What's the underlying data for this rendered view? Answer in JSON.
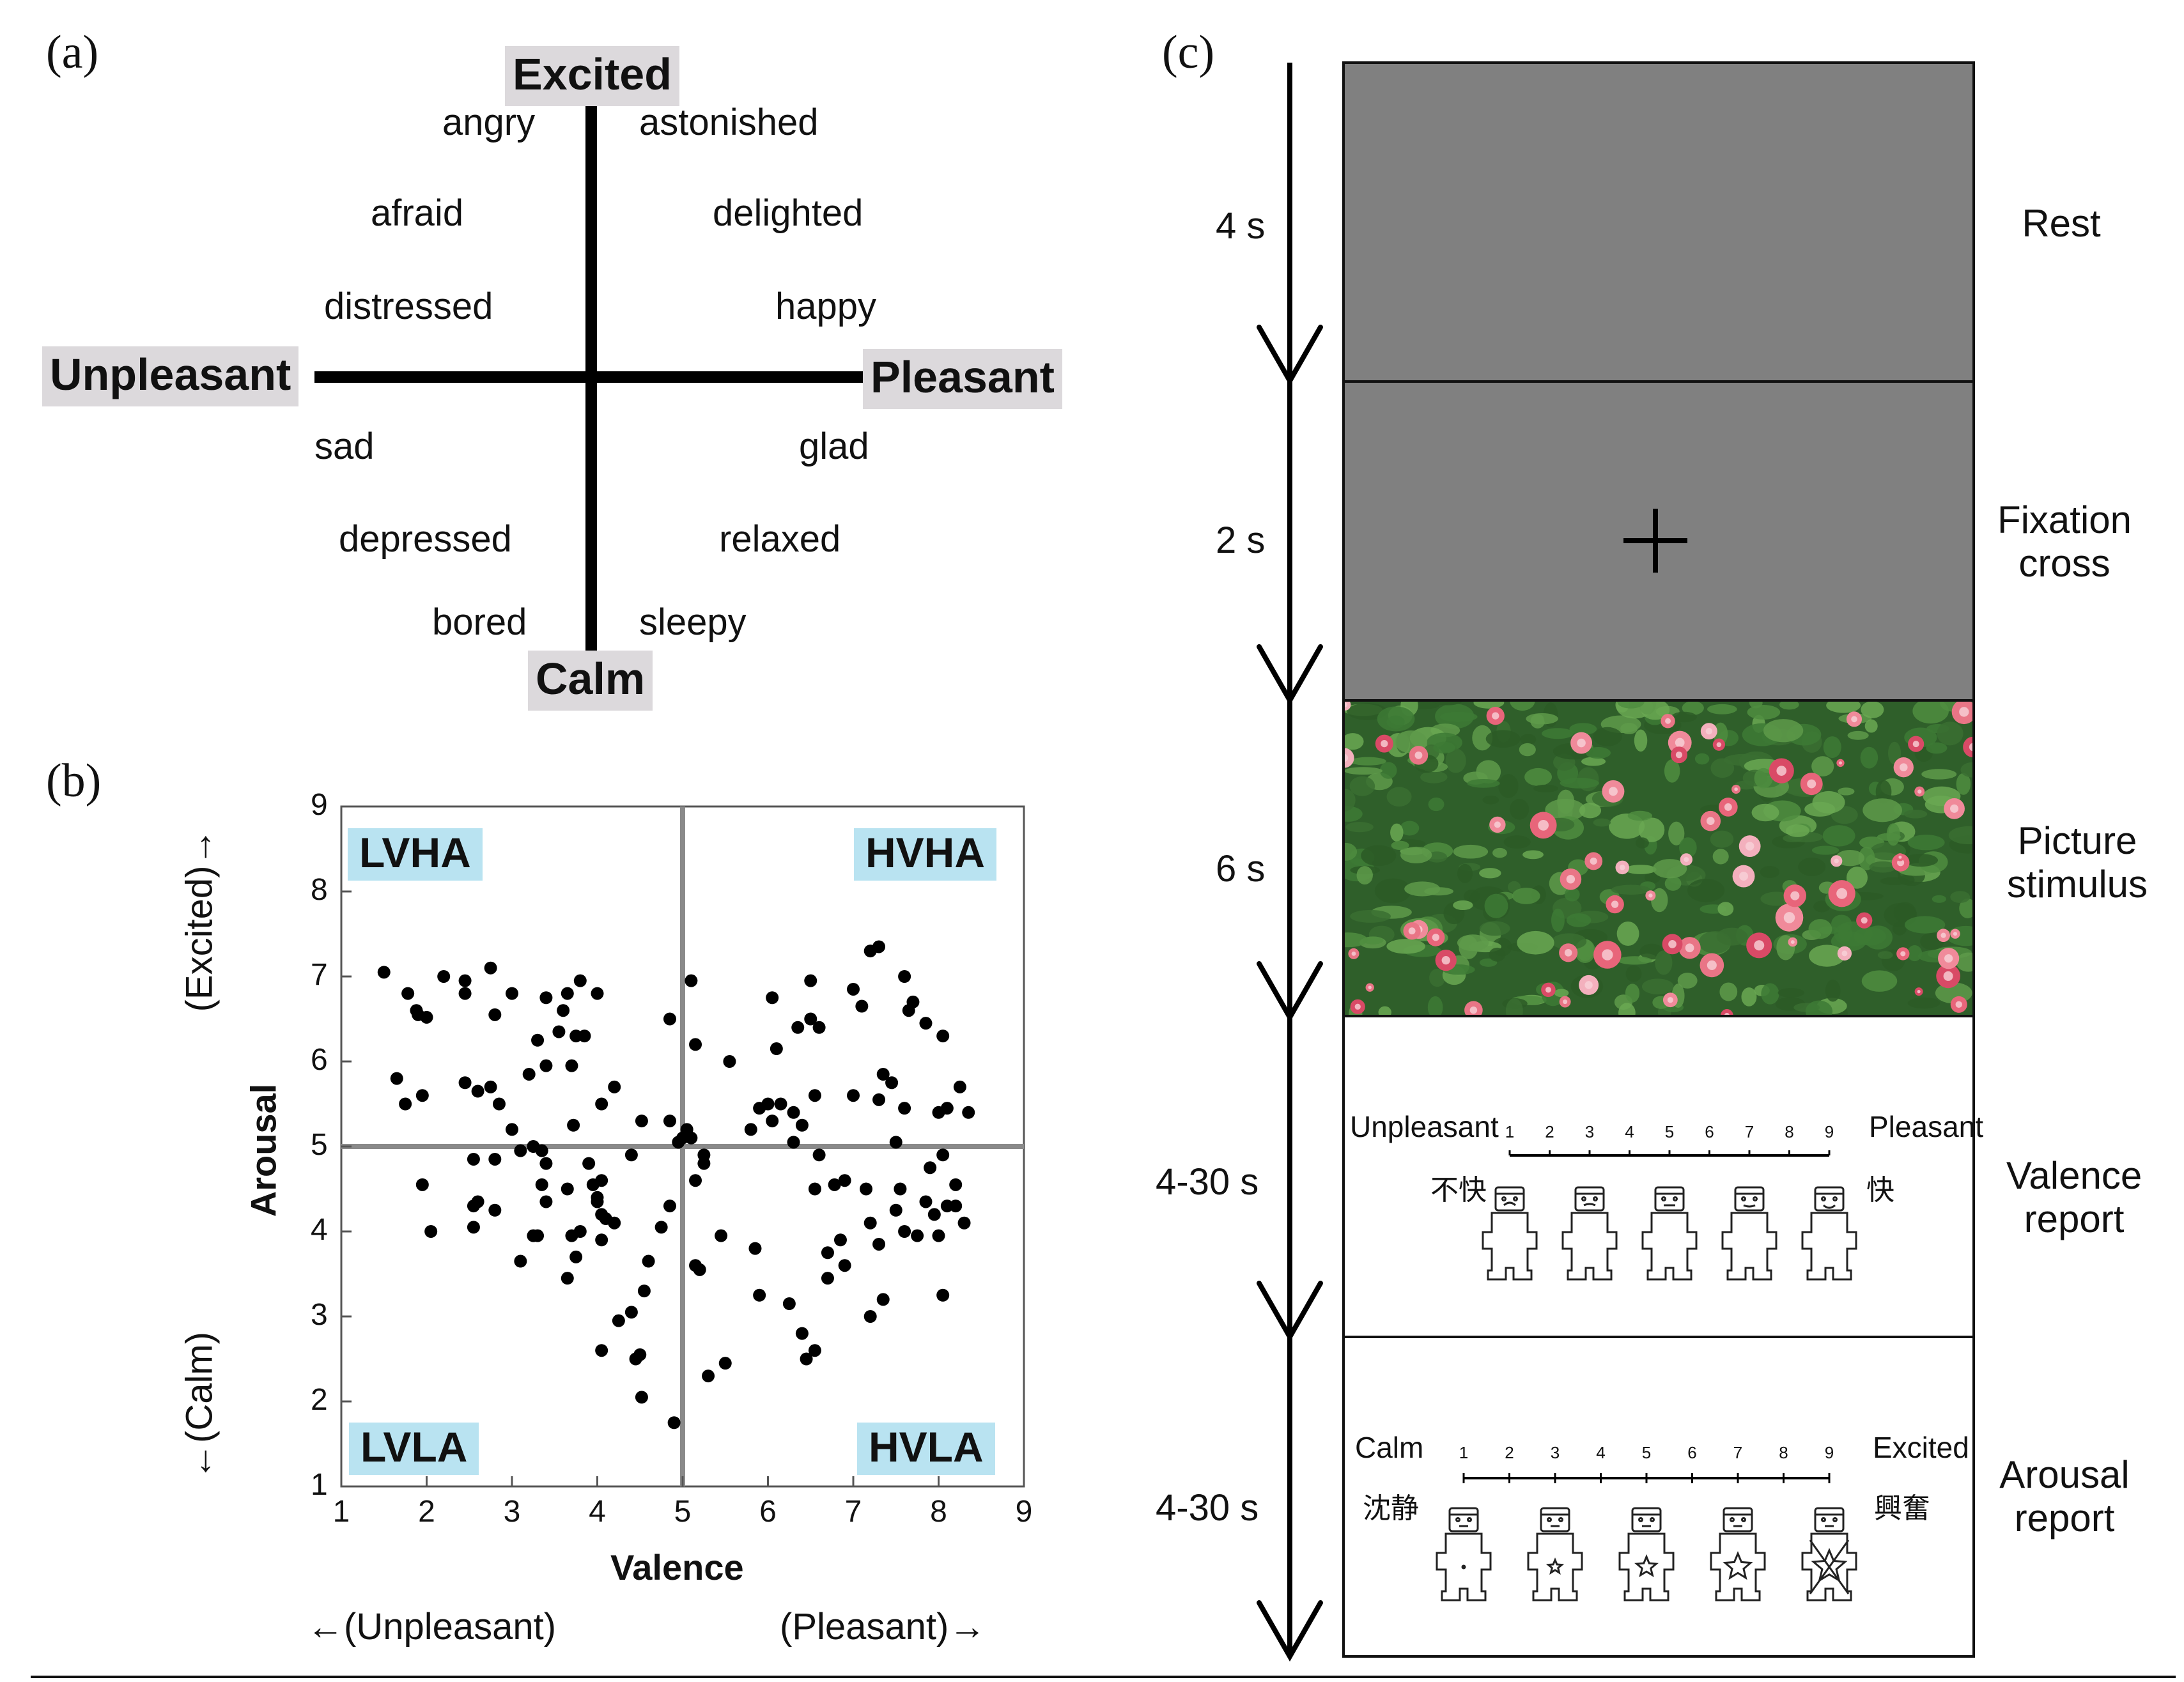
{
  "panel_labels": {
    "a": "(a)",
    "b": "(b)",
    "c": "(c)"
  },
  "circumplex": {
    "top": "Excited",
    "bottom": "Calm",
    "left": "Unpleasant",
    "right": "Pleasant",
    "words": {
      "angry": "angry",
      "astonished": "astonished",
      "afraid": "afraid",
      "delighted": "delighted",
      "distressed": "distressed",
      "happy": "happy",
      "sad": "sad",
      "glad": "glad",
      "depressed": "depressed",
      "relaxed": "relaxed",
      "bored": "bored",
      "sleepy": "sleepy"
    }
  },
  "chart_data": {
    "type": "scatter",
    "xlabel": "Valence",
    "ylabel": "Arousal",
    "xlim": [
      1,
      9
    ],
    "ylim": [
      1,
      9
    ],
    "xticks": [
      "1",
      "2",
      "3",
      "4",
      "5",
      "6",
      "7",
      "8",
      "9"
    ],
    "yticks": [
      "1",
      "2",
      "3",
      "4",
      "5",
      "6",
      "7",
      "8",
      "9"
    ],
    "midlines": {
      "x": 5,
      "y": 5
    },
    "quadrants": {
      "top_left": "LVHA",
      "top_right": "HVHA",
      "bottom_left": "LVLA",
      "bottom_right": "HVLA"
    },
    "y_direction_top": "(Excited)→",
    "y_direction_bottom": "←(Calm)",
    "x_direction_left": "←(Unpleasant)",
    "x_direction_right": "(Pleasant)→",
    "points": [
      [
        1.5,
        7.05
      ],
      [
        1.78,
        6.8
      ],
      [
        1.9,
        6.55
      ],
      [
        2.0,
        6.52
      ],
      [
        1.88,
        6.6
      ],
      [
        2.2,
        7.0
      ],
      [
        2.45,
        6.95
      ],
      [
        2.45,
        6.8
      ],
      [
        2.75,
        7.1
      ],
      [
        2.8,
        6.55
      ],
      [
        3.0,
        6.8
      ],
      [
        3.3,
        6.25
      ],
      [
        3.4,
        6.75
      ],
      [
        3.65,
        6.8
      ],
      [
        3.6,
        6.6
      ],
      [
        3.8,
        6.95
      ],
      [
        4.0,
        6.8
      ],
      [
        1.65,
        5.8
      ],
      [
        1.75,
        5.5
      ],
      [
        1.95,
        5.6
      ],
      [
        2.45,
        5.75
      ],
      [
        2.6,
        5.65
      ],
      [
        2.75,
        5.7
      ],
      [
        2.85,
        5.5
      ],
      [
        3.0,
        5.2
      ],
      [
        3.2,
        5.85
      ],
      [
        3.4,
        5.95
      ],
      [
        3.55,
        6.35
      ],
      [
        3.7,
        5.95
      ],
      [
        3.75,
        6.3
      ],
      [
        3.85,
        6.3
      ],
      [
        3.72,
        5.25
      ],
      [
        4.05,
        5.5
      ],
      [
        4.2,
        5.7
      ],
      [
        1.95,
        4.55
      ],
      [
        2.05,
        4.0
      ],
      [
        2.55,
        4.85
      ],
      [
        2.55,
        4.3
      ],
      [
        2.6,
        4.35
      ],
      [
        2.55,
        4.05
      ],
      [
        2.8,
        4.25
      ],
      [
        2.8,
        4.85
      ],
      [
        3.1,
        4.95
      ],
      [
        3.25,
        5.0
      ],
      [
        3.35,
        4.95
      ],
      [
        3.4,
        4.8
      ],
      [
        3.35,
        4.55
      ],
      [
        3.4,
        4.35
      ],
      [
        3.1,
        3.65
      ],
      [
        3.25,
        3.95
      ],
      [
        3.3,
        3.95
      ],
      [
        3.65,
        4.5
      ],
      [
        3.7,
        3.95
      ],
      [
        3.8,
        4.0
      ],
      [
        3.9,
        4.8
      ],
      [
        3.95,
        4.55
      ],
      [
        4.0,
        4.35
      ],
      [
        4.05,
        4.6
      ],
      [
        4.05,
        4.2
      ],
      [
        4.0,
        4.4
      ],
      [
        4.1,
        4.15
      ],
      [
        4.2,
        4.1
      ],
      [
        4.05,
        3.9
      ],
      [
        3.65,
        3.45
      ],
      [
        3.75,
        3.7
      ],
      [
        4.4,
        4.9
      ],
      [
        4.52,
        5.3
      ],
      [
        4.85,
        5.3
      ],
      [
        4.85,
        6.5
      ],
      [
        5.1,
        6.95
      ],
      [
        5.0,
        5.1
      ],
      [
        5.1,
        5.1
      ],
      [
        4.95,
        5.05
      ],
      [
        5.05,
        5.2
      ],
      [
        4.85,
        4.3
      ],
      [
        4.75,
        4.05
      ],
      [
        4.6,
        3.65
      ],
      [
        4.55,
        3.3
      ],
      [
        4.4,
        3.05
      ],
      [
        4.25,
        2.95
      ],
      [
        4.05,
        2.6
      ],
      [
        4.45,
        2.5
      ],
      [
        4.5,
        2.55
      ],
      [
        4.52,
        2.05
      ],
      [
        4.9,
        1.75
      ],
      [
        5.15,
        4.6
      ],
      [
        5.25,
        4.8
      ],
      [
        5.25,
        4.9
      ],
      [
        5.15,
        6.2
      ],
      [
        5.55,
        6.0
      ],
      [
        5.15,
        3.6
      ],
      [
        5.2,
        3.55
      ],
      [
        5.45,
        3.95
      ],
      [
        5.3,
        2.3
      ],
      [
        5.5,
        2.45
      ],
      [
        5.8,
        5.2
      ],
      [
        5.85,
        3.8
      ],
      [
        5.9,
        3.25
      ],
      [
        6.0,
        5.5
      ],
      [
        5.9,
        5.45
      ],
      [
        6.05,
        5.3
      ],
      [
        6.05,
        6.75
      ],
      [
        6.1,
        6.15
      ],
      [
        6.15,
        5.5
      ],
      [
        6.25,
        3.15
      ],
      [
        6.3,
        5.4
      ],
      [
        6.3,
        5.05
      ],
      [
        6.35,
        6.4
      ],
      [
        6.4,
        2.8
      ],
      [
        6.4,
        5.25
      ],
      [
        6.5,
        6.5
      ],
      [
        6.6,
        6.4
      ],
      [
        6.5,
        6.95
      ],
      [
        6.55,
        5.6
      ],
      [
        6.45,
        2.5
      ],
      [
        6.55,
        2.6
      ],
      [
        6.55,
        4.5
      ],
      [
        6.6,
        4.9
      ],
      [
        6.7,
        3.75
      ],
      [
        6.7,
        3.45
      ],
      [
        6.78,
        4.55
      ],
      [
        6.85,
        3.9
      ],
      [
        6.9,
        4.6
      ],
      [
        6.9,
        3.6
      ],
      [
        7.0,
        5.6
      ],
      [
        7.0,
        6.85
      ],
      [
        7.1,
        6.65
      ],
      [
        7.2,
        7.3
      ],
      [
        7.3,
        7.35
      ],
      [
        7.15,
        4.5
      ],
      [
        7.2,
        4.1
      ],
      [
        7.2,
        3.0
      ],
      [
        7.3,
        5.55
      ],
      [
        7.35,
        5.85
      ],
      [
        7.35,
        3.2
      ],
      [
        7.3,
        3.85
      ],
      [
        7.45,
        5.75
      ],
      [
        7.6,
        7.0
      ],
      [
        7.7,
        6.7
      ],
      [
        7.65,
        6.6
      ],
      [
        7.6,
        5.45
      ],
      [
        7.5,
        5.05
      ],
      [
        7.5,
        4.25
      ],
      [
        7.55,
        4.5
      ],
      [
        7.6,
        4.0
      ],
      [
        7.75,
        3.95
      ],
      [
        7.85,
        6.45
      ],
      [
        7.9,
        4.75
      ],
      [
        7.85,
        4.35
      ],
      [
        7.95,
        4.2
      ],
      [
        8.05,
        6.3
      ],
      [
        8.1,
        5.45
      ],
      [
        8.0,
        5.4
      ],
      [
        8.05,
        4.9
      ],
      [
        8.1,
        4.3
      ],
      [
        8.2,
        4.55
      ],
      [
        8.2,
        4.3
      ],
      [
        8.25,
        5.7
      ],
      [
        8.3,
        4.1
      ],
      [
        8.35,
        5.4
      ],
      [
        8.05,
        3.25
      ],
      [
        8.0,
        3.95
      ]
    ]
  },
  "timeline": {
    "times": {
      "rest": "4 s",
      "fixation": "2 s",
      "picture": "6 s",
      "valence": "4-30 s",
      "arousal": "4-30 s"
    },
    "stages": {
      "rest": [
        "Rest"
      ],
      "fixation": [
        "Fixation",
        "cross"
      ],
      "picture": [
        "Picture",
        "stimulus"
      ],
      "valence": [
        "Valence",
        "report"
      ],
      "arousal": [
        "Arousal",
        "report"
      ]
    },
    "colors": {
      "screen_gray": "#808080",
      "flower": "#e8657a",
      "foliage": "#3d7a35"
    },
    "valence_scale": {
      "left": "Unpleasant",
      "right": "Pleasant",
      "left_cjk": "不快",
      "right_cjk": "快",
      "numbers": [
        "1",
        "2",
        "3",
        "4",
        "5",
        "6",
        "7",
        "8",
        "9"
      ]
    },
    "arousal_scale": {
      "left": "Calm",
      "right": "Excited",
      "left_cjk": "沈静",
      "right_cjk": "興奮",
      "numbers": [
        "1",
        "2",
        "3",
        "4",
        "5",
        "6",
        "7",
        "8",
        "9"
      ]
    }
  }
}
